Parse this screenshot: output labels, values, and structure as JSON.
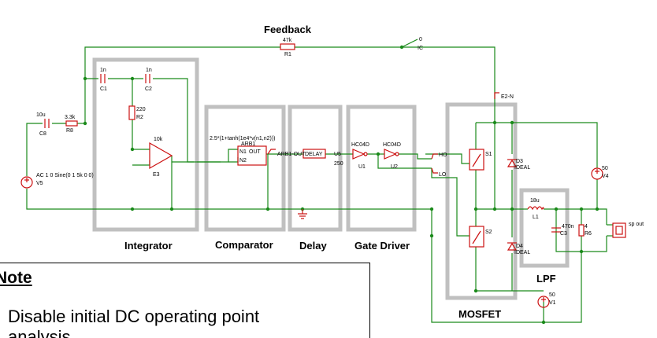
{
  "blocks": {
    "feedback": "Feedback",
    "integrator": "Integrator",
    "comparator": "Comparator",
    "delay": "Delay",
    "gate_driver": "Gate Driver",
    "mosfet": "MOSFET",
    "lpf": "LPF"
  },
  "components": {
    "r1_value": "47k",
    "r1_name": "R1",
    "ic_node": "0",
    "ic_name": "IC",
    "c1_value": "1n",
    "c1_name": "C1",
    "c2_value": "1n",
    "c2_name": "C2",
    "r2_value": "220",
    "r2_name": "R2",
    "c8_value": "10u",
    "c8_name": "C8",
    "r8_value": "3.3k",
    "r8_name": "R8",
    "e3_gain": "10k",
    "e3_name": "E3",
    "v5_spec": "AC 1 0 Sine(0 1 5k 0 0)",
    "v5_name": "V5",
    "arb_expr": "2.5*(1+tanh(1e4*v(n1,n2)))",
    "arb_name": "ARB1",
    "arb_pin_n1": "N1",
    "arb_pin_out": "OUT",
    "arb_pin_n2": "N2",
    "arb_net": "ARB1-OUT",
    "delay_label": "DELAY",
    "u5_name": "U5",
    "u5_value": "250",
    "hc1_type": "HC04D",
    "hc1_name": "U1",
    "hc2_type": "HC04D",
    "hc2_name": "U2",
    "ho_net": "HO",
    "lo_net": "LO",
    "e2n_net": "E2-N",
    "s1_name": "S1",
    "s2_name": "S2",
    "d3_name": "D3",
    "d3_model": "IDEAL",
    "d4_name": "D4",
    "d4_model": "IDEAL",
    "v4_value": "50",
    "v4_name": "V4",
    "v1_value": "50",
    "v1_name": "V1",
    "l1_value": "18u",
    "l1_name": "L1",
    "c3_value": "470n",
    "c3_name": "C3",
    "r6_value": "4",
    "r6_name": "R6",
    "sp_out": "sp out"
  },
  "note": {
    "title": "Note",
    "line1": "Disable initial DC operating point",
    "line2": "analysis"
  }
}
